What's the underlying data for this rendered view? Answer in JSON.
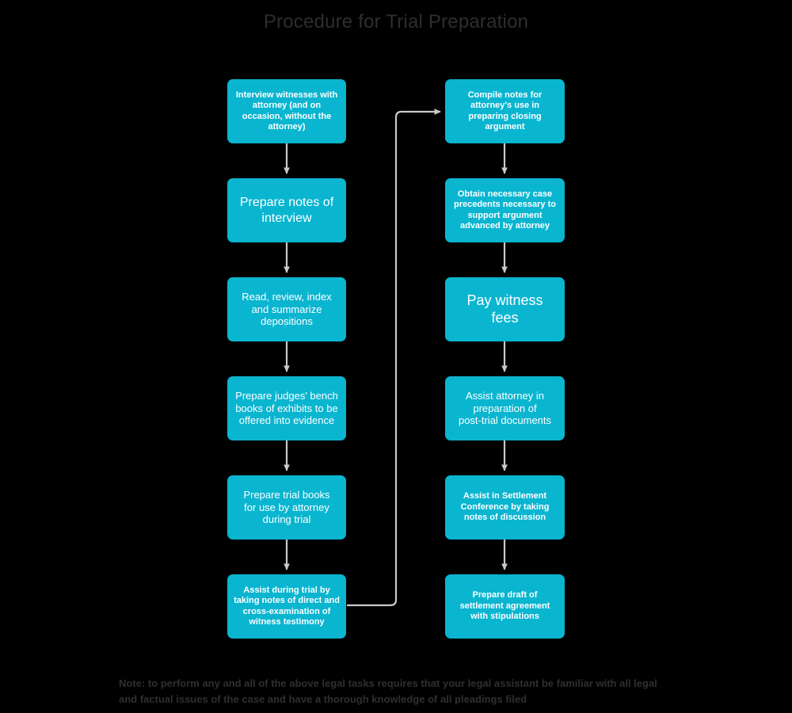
{
  "title": "Procedure for Trial Preparation",
  "colors": {
    "background": "#000000",
    "node_fill": "#0ab5d0",
    "node_text": "#ffffff",
    "connector": "#c9c9c9",
    "title_text": "#2e2e2e",
    "note_text": "#2f2f2f"
  },
  "chart_data": {
    "type": "diagram",
    "title": "Procedure for Trial Preparation",
    "layout": "two-column flowchart, left column top-to-bottom then link across to right column top-to-bottom",
    "nodes": [
      {
        "id": "n1",
        "column": "left",
        "order": 1,
        "text": "Interview witnesses with attorney (and on occasion, without the attorney)"
      },
      {
        "id": "n2",
        "column": "left",
        "order": 2,
        "text": "Prepare notes of interview"
      },
      {
        "id": "n3",
        "column": "left",
        "order": 3,
        "text": "Read, review, index and summarize depositions"
      },
      {
        "id": "n4",
        "column": "left",
        "order": 4,
        "text": "Prepare judges' bench books of exhibits to be offered into evidence"
      },
      {
        "id": "n5",
        "column": "left",
        "order": 5,
        "text": "Prepare trial books for use by attorney during trial"
      },
      {
        "id": "n6",
        "column": "left",
        "order": 6,
        "text": "Assist during trial by taking notes of direct and cross-examination of witness testimony"
      },
      {
        "id": "n7",
        "column": "right",
        "order": 1,
        "text": "Compile notes for attorney's use in preparing closing argument"
      },
      {
        "id": "n8",
        "column": "right",
        "order": 2,
        "text": "Obtain necessary case precedents necessary to support argument advanced by attorney"
      },
      {
        "id": "n9",
        "column": "right",
        "order": 3,
        "text": "Pay witness fees"
      },
      {
        "id": "n10",
        "column": "right",
        "order": 4,
        "text": "Assist attorney in preparation of post-trial documents"
      },
      {
        "id": "n11",
        "column": "right",
        "order": 5,
        "text": "Assist in Settlement Conference by taking notes of discussion"
      },
      {
        "id": "n12",
        "column": "right",
        "order": 6,
        "text": "Prepare draft of settlement agreement with stipulations"
      }
    ],
    "edges": [
      {
        "from": "n1",
        "to": "n2",
        "style": "straight-down-arrow"
      },
      {
        "from": "n2",
        "to": "n3",
        "style": "straight-down-arrow"
      },
      {
        "from": "n3",
        "to": "n4",
        "style": "straight-down-arrow"
      },
      {
        "from": "n4",
        "to": "n5",
        "style": "straight-down-arrow"
      },
      {
        "from": "n5",
        "to": "n6",
        "style": "straight-down-arrow"
      },
      {
        "from": "n6",
        "to": "n7",
        "style": "elbow-right-up-arrow"
      },
      {
        "from": "n7",
        "to": "n8",
        "style": "straight-down-arrow"
      },
      {
        "from": "n8",
        "to": "n9",
        "style": "straight-down-arrow"
      },
      {
        "from": "n9",
        "to": "n10",
        "style": "straight-down-arrow"
      },
      {
        "from": "n10",
        "to": "n11",
        "style": "straight-down-arrow"
      },
      {
        "from": "n11",
        "to": "n12",
        "style": "straight-down-arrow"
      }
    ]
  },
  "nodes": {
    "n1": "Interview witnesses with\nattorney (and on\noccasion, without the\nattorney)",
    "n2": "Prepare notes of\ninterview",
    "n3": "Read, review, index\nand summarize\ndepositions",
    "n4": "Prepare judges' bench\nbooks of exhibits to be\noffered into evidence",
    "n5": "Prepare trial books\nfor use by attorney\nduring trial",
    "n6": "Assist during trial by\ntaking notes of direct and\ncross-examination of\nwitness testimony",
    "n7": "Compile notes for\nattorney's use in\npreparing closing\nargument",
    "n8": "Obtain necessary case\nprecedents necessary to\nsupport argument\nadvanced by attorney",
    "n9": "Pay witness fees",
    "n10": "Assist attorney in\npreparation of\npost-trial documents",
    "n11": "Assist in Settlement\nConference by taking\nnotes of discussion",
    "n12": "Prepare draft of\nsettlement agreement\nwith stipulations"
  },
  "note": "Note: to perform any and all of the above legal tasks requires that your legal assistant be familiar with all legal and factual issues of the case and have a thorough knowledge of all pleadings filed"
}
